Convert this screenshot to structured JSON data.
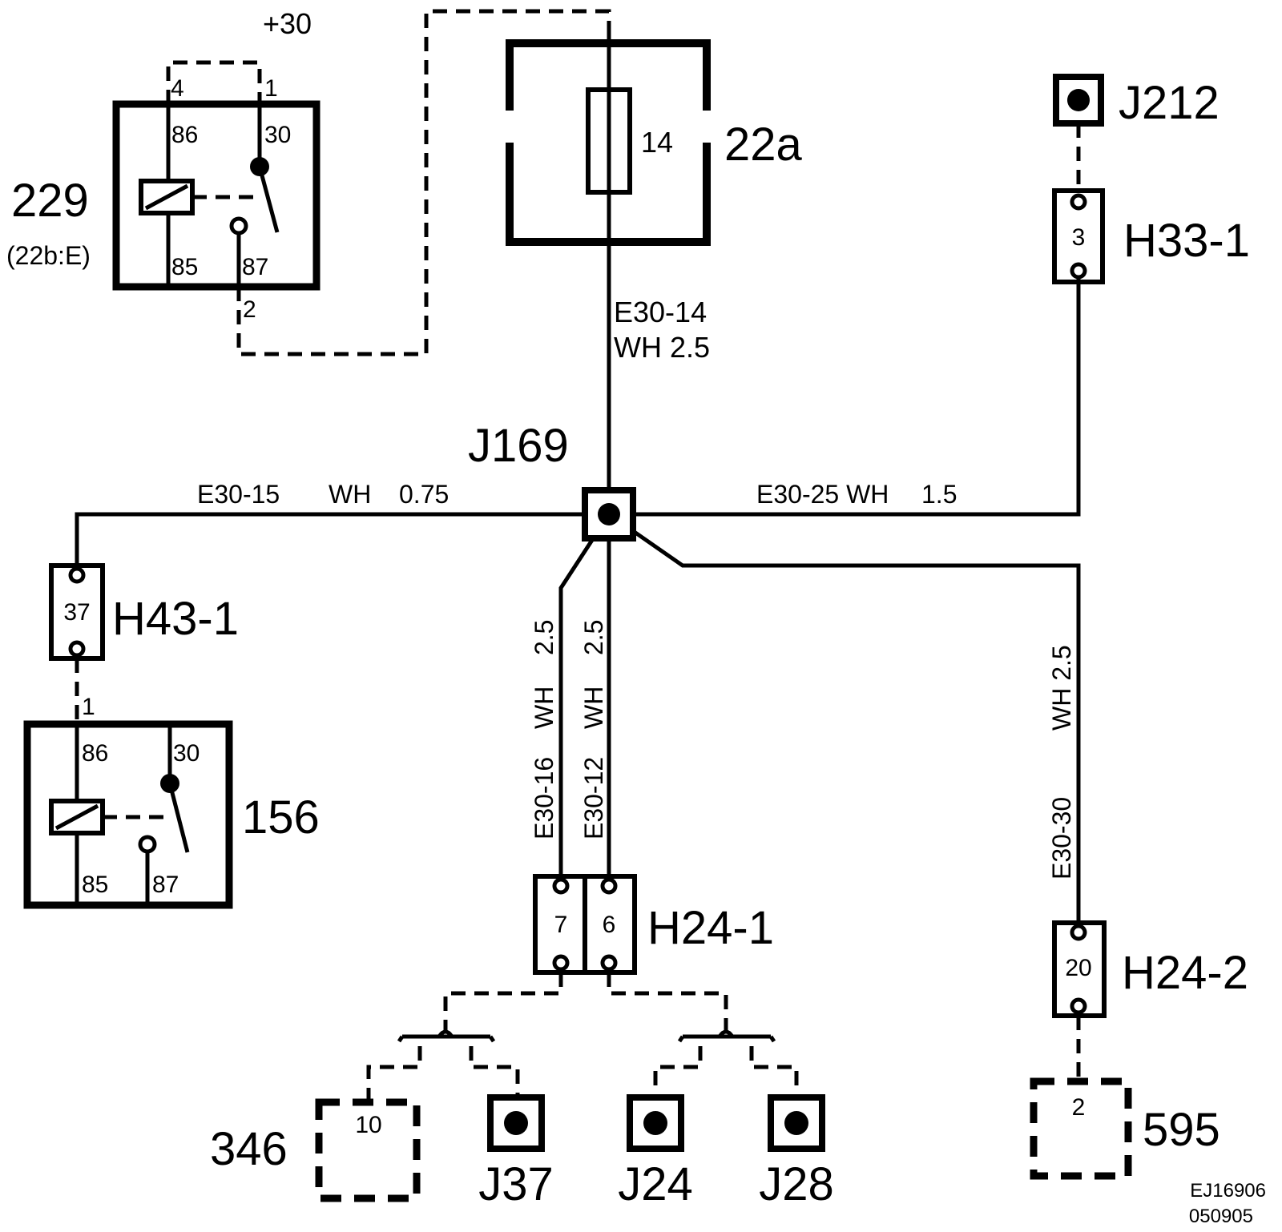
{
  "relay_229": {
    "label": "229",
    "sublabel": "(22b:E)",
    "supply": "+30",
    "pin4": "4",
    "pin1": "1",
    "pin86": "86",
    "pin30": "30",
    "pin85": "85",
    "pin87": "87",
    "pin2": "2"
  },
  "fuse_box": {
    "label": "22a",
    "fuse": "14"
  },
  "j212": {
    "label": "J212"
  },
  "h33": {
    "label": "H33-1",
    "pin": "3"
  },
  "wire_e30_14": {
    "code": "E30-14",
    "spec": "WH 2.5"
  },
  "j169": {
    "label": "J169"
  },
  "wire_e30_15": {
    "code": "E30-15",
    "color": "WH",
    "gauge": "0.75"
  },
  "wire_e30_25": {
    "code": "E30-25 WH",
    "gauge": "1.5"
  },
  "h43": {
    "label": "H43-1",
    "pin": "37"
  },
  "relay_156": {
    "label": "156",
    "pin1": "1",
    "pin86": "86",
    "pin30": "30",
    "pin85": "85",
    "pin87": "87"
  },
  "wire_e30_16": {
    "code": "E30-16",
    "color": "WH",
    "gauge": "2.5"
  },
  "wire_e30_12": {
    "code": "E30-12",
    "color": "WH",
    "gauge": "2.5"
  },
  "wire_e30_30": {
    "code": "E30-30",
    "spec": "WH 2.5"
  },
  "h24_1": {
    "label": "H24-1",
    "pin_a": "7",
    "pin_b": "6"
  },
  "h24_2": {
    "label": "H24-2",
    "pin": "20"
  },
  "comp_346": {
    "label": "346",
    "pin": "10"
  },
  "j37": {
    "label": "J37"
  },
  "j24": {
    "label": "J24"
  },
  "j28": {
    "label": "J28"
  },
  "comp_595": {
    "label": "595",
    "pin": "2"
  },
  "footer": {
    "ref": "EJ16906",
    "date": "050905"
  }
}
